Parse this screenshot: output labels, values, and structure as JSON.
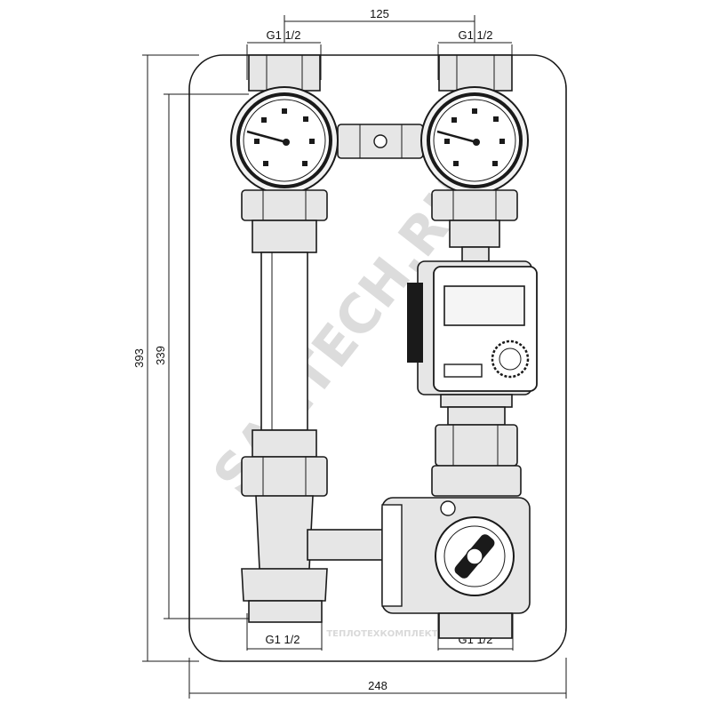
{
  "dimensions": {
    "top_spacing": "125",
    "thread_top_left": "G1 1/2",
    "thread_top_right": "G1 1/2",
    "thread_bottom_left": "G1 1/2",
    "thread_bottom_right": "G1 1/2",
    "height_total": "393",
    "height_inner": "339",
    "width_total": "248"
  },
  "watermarks": {
    "diagonal": "SANTECH.RU",
    "bottom": "ТЕПЛОТЕХКОМПЛЕКТ"
  }
}
